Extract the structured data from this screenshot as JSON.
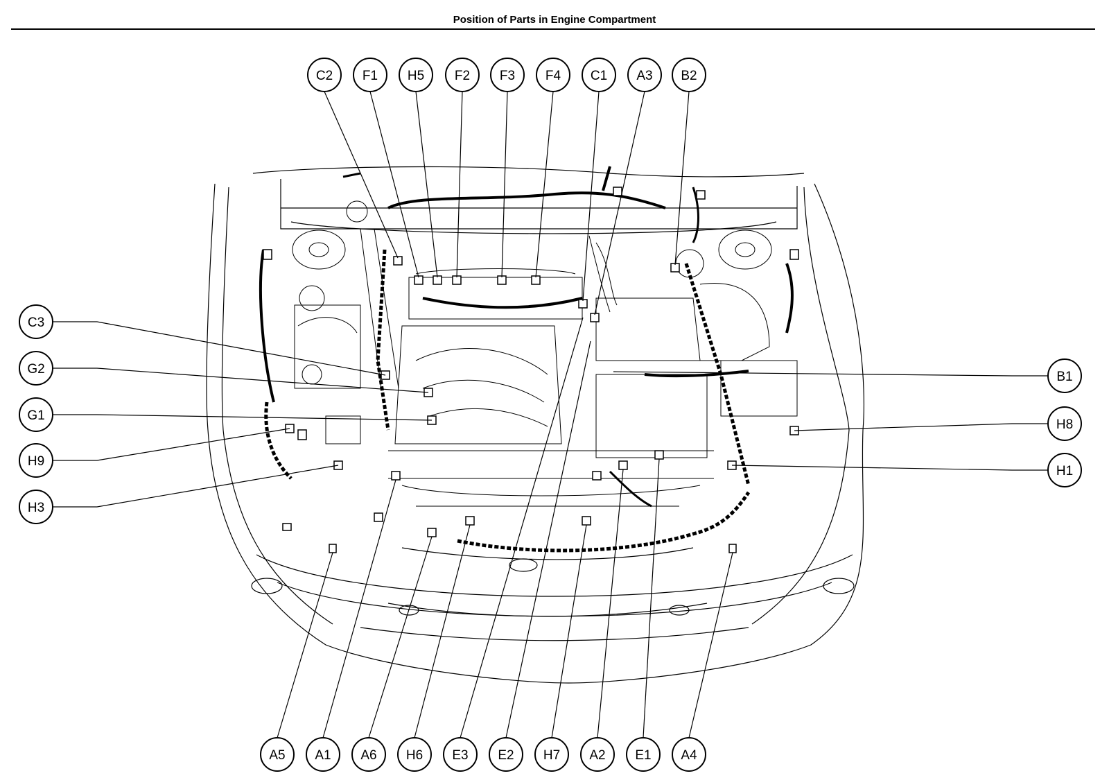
{
  "title": "Position of Parts in Engine Compartment",
  "callouts": {
    "C2": "C2",
    "F1": "F1",
    "H5": "H5",
    "F2": "F2",
    "F3": "F3",
    "F4": "F4",
    "C1": "C1",
    "A3": "A3",
    "B2": "B2",
    "C3": "C3",
    "G2": "G2",
    "G1": "G1",
    "H9": "H9",
    "H3": "H3",
    "B1": "B1",
    "H8": "H8",
    "H1": "H1",
    "A5": "A5",
    "A1": "A1",
    "A6": "A6",
    "H6": "H6",
    "E3": "E3",
    "E2": "E2",
    "H7": "H7",
    "A2": "A2",
    "E1": "E1",
    "A4": "A4"
  }
}
